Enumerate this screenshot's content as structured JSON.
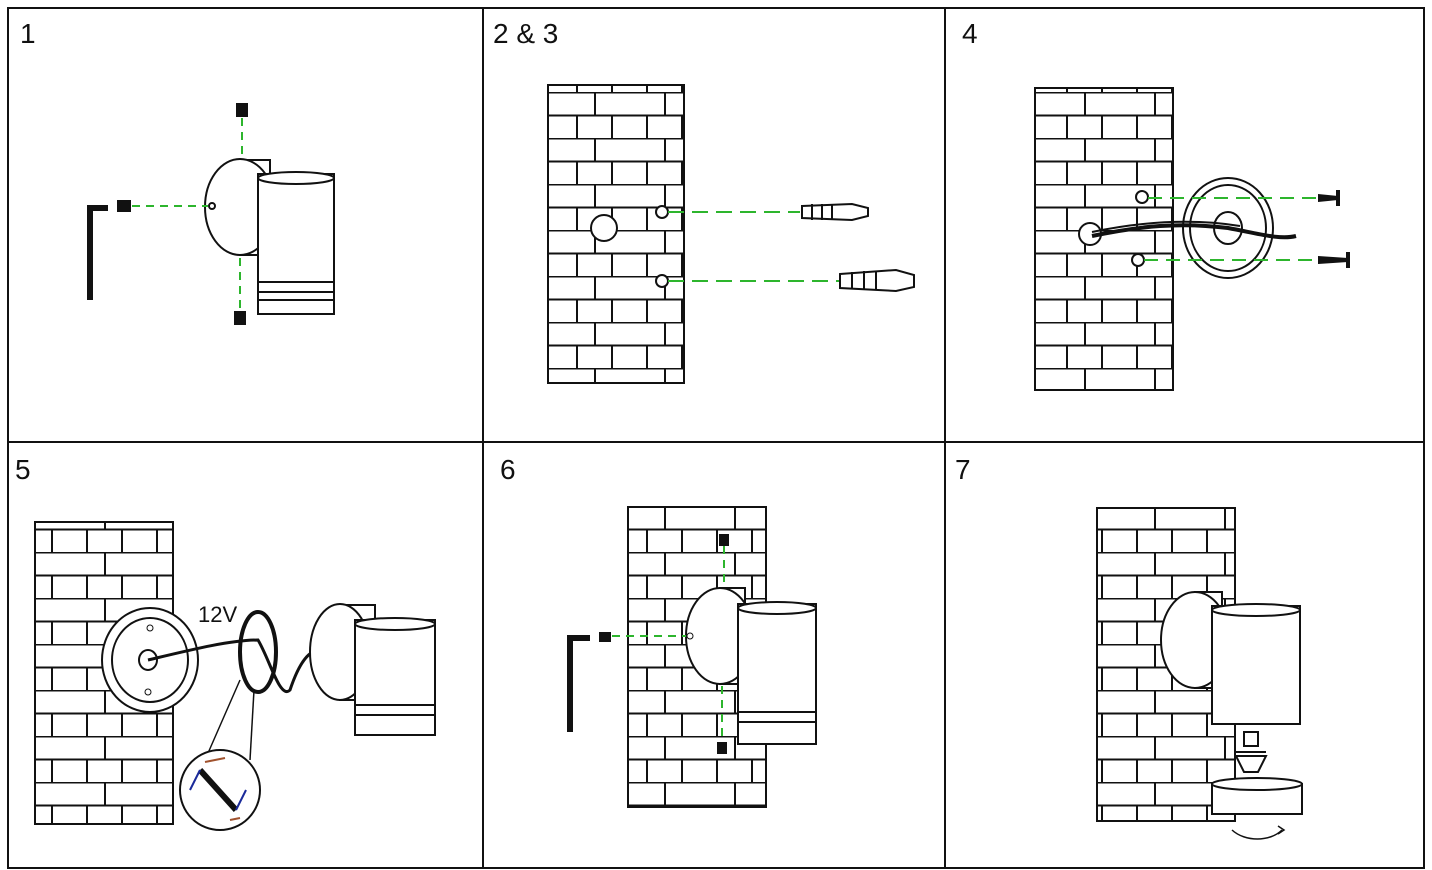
{
  "panels": [
    {
      "label": "1"
    },
    {
      "label": "2 & 3"
    },
    {
      "label": "4"
    },
    {
      "label": "5"
    },
    {
      "label": "6"
    },
    {
      "label": "7"
    }
  ],
  "voltage_label": "12V",
  "colors": {
    "line": "#111111",
    "guide": "#2db52d",
    "wire_brown": "#a0522d",
    "wire_blue": "#1a2a9a"
  }
}
